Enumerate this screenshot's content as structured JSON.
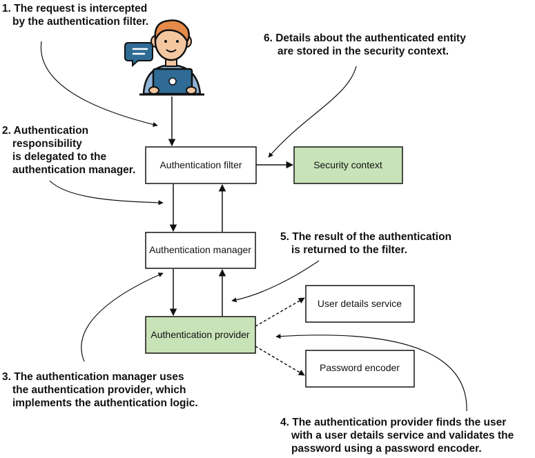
{
  "boxes": {
    "authentication_filter": "Authentication filter",
    "security_context": "Security context",
    "authentication_manager": "Authentication manager",
    "authentication_provider": "Authentication provider",
    "user_details_service": "User details service",
    "password_encoder": "Password encoder"
  },
  "annotations": {
    "step1": [
      "1. The request is intercepted",
      "by the authentication filter."
    ],
    "step2": [
      "2. Authentication",
      "responsibility",
      "is delegated to the",
      "authentication manager."
    ],
    "step3": [
      "3. The authentication manager uses",
      "the authentication provider, which",
      "implements the authentication logic."
    ],
    "step4": [
      "4. The authentication provider finds the user",
      "with a user details service and validates the",
      "password using a password encoder."
    ],
    "step5": [
      "5. The result of the authentication",
      "is returned to the filter."
    ],
    "step6": [
      "6. Details about the authenticated entity",
      "are stored in the security context."
    ]
  },
  "colors": {
    "highlight_fill": "#c8e3b8",
    "box_border": "#111111"
  },
  "icons": {
    "user": "person-at-laptop-icon",
    "message": "chat-bubble-icon"
  }
}
